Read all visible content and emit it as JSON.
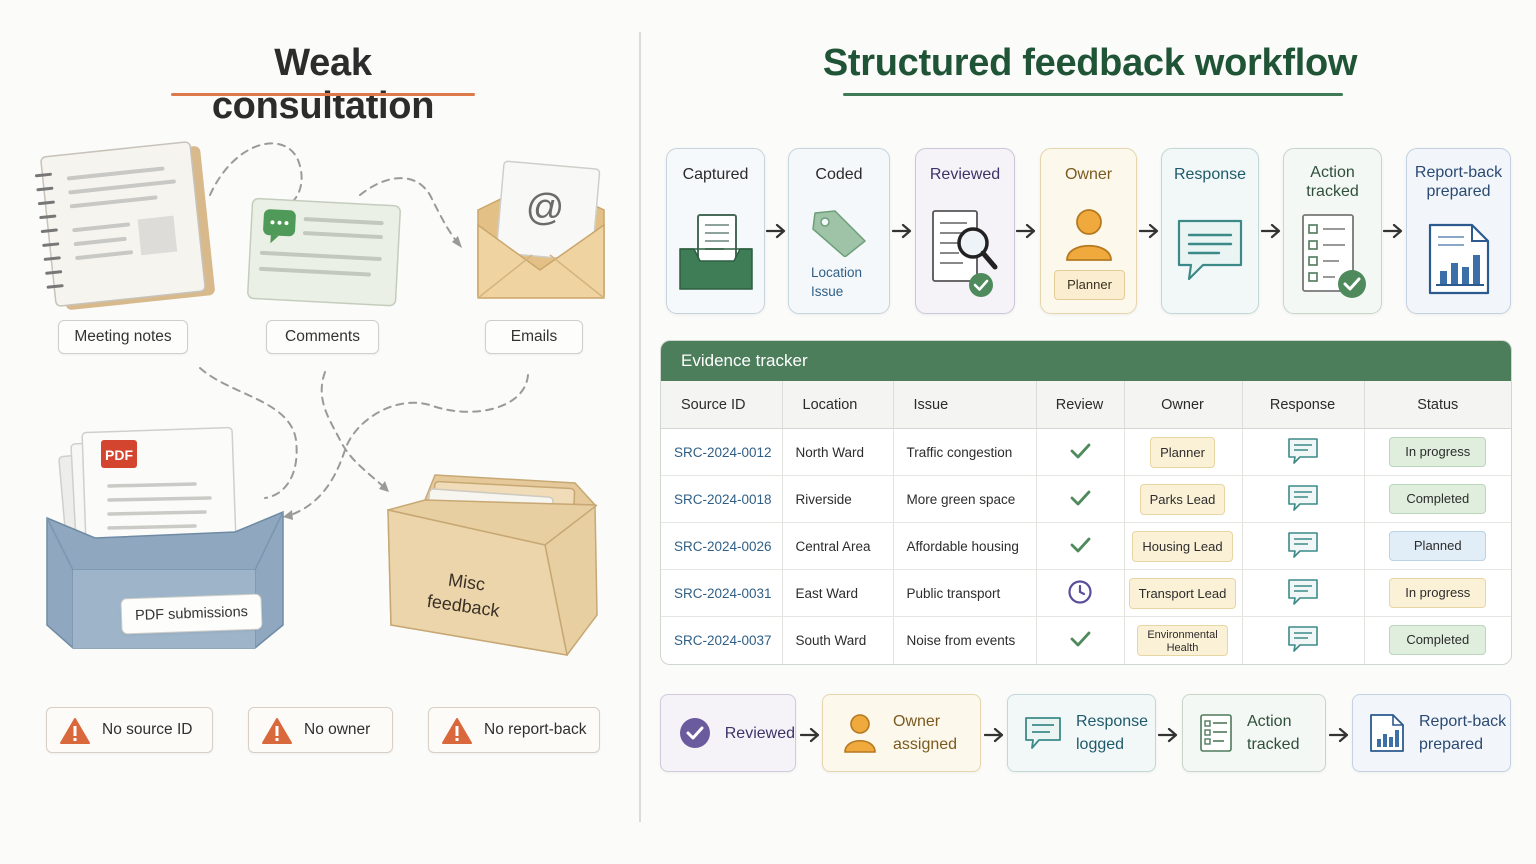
{
  "left": {
    "title": "Weak consultation",
    "sources": {
      "meeting_notes": "Meeting notes",
      "comments": "Comments",
      "emails": "Emails",
      "pdf_badge": "PDF",
      "pdf_submissions": "PDF submissions",
      "misc_line1": "Misc",
      "misc_line2": "feedback"
    },
    "warnings": [
      "No source ID",
      "No owner",
      "No report-back"
    ]
  },
  "right": {
    "title": "Structured feedback workflow",
    "steps": [
      {
        "label": "Captured"
      },
      {
        "label": "Coded",
        "sub1": "Location",
        "sub2": "Issue"
      },
      {
        "label": "Reviewed"
      },
      {
        "label": "Owner",
        "sub": "Planner"
      },
      {
        "label": "Response"
      },
      {
        "label1": "Action",
        "label2": "tracked"
      },
      {
        "label1": "Report-back",
        "label2": "prepared"
      }
    ],
    "tracker": {
      "title": "Evidence tracker",
      "columns": [
        "Source ID",
        "Location",
        "Issue",
        "Review",
        "Owner",
        "Response",
        "Status"
      ],
      "rows": [
        {
          "id": "SRC-2024-0012",
          "location": "North Ward",
          "issue": "Traffic congestion",
          "review": "check",
          "owner": "Planner",
          "status": "In progress"
        },
        {
          "id": "SRC-2024-0018",
          "location": "Riverside",
          "issue": "More green space",
          "review": "check",
          "owner": "Parks Lead",
          "status": "Completed"
        },
        {
          "id": "SRC-2024-0026",
          "location": "Central Area",
          "issue": "Affordable housing",
          "review": "check",
          "owner": "Housing Lead",
          "status": "Planned"
        },
        {
          "id": "SRC-2024-0031",
          "location": "East Ward",
          "issue": "Public transport",
          "review": "clock",
          "owner": "Transport Lead",
          "status": "In progress"
        },
        {
          "id": "SRC-2024-0037",
          "location": "South Ward",
          "issue": "Noise from events",
          "review": "check",
          "owner_line1": "Environmental",
          "owner_line2": "Health",
          "status": "Completed"
        }
      ]
    },
    "flow": [
      {
        "label1": "Reviewed"
      },
      {
        "label1": "Owner",
        "label2": "assigned"
      },
      {
        "label1": "Response",
        "label2": "logged"
      },
      {
        "label1": "Action",
        "label2": "tracked"
      },
      {
        "label1": "Report-back",
        "label2": "prepared"
      }
    ]
  },
  "colors": {
    "orange_accent": "#dc7a4c",
    "green_title": "#1f5536",
    "tracker_header": "#4c7e5b",
    "check_green": "#4f8a5c",
    "clock_purple": "#5a4f9a",
    "warning_orange": "#d9683c",
    "status_in_progress_green": "#dfeedd",
    "status_completed": "#dfeedd",
    "status_planned": "#e1eef7",
    "status_in_progress_yellow": "#fbf1d6"
  }
}
